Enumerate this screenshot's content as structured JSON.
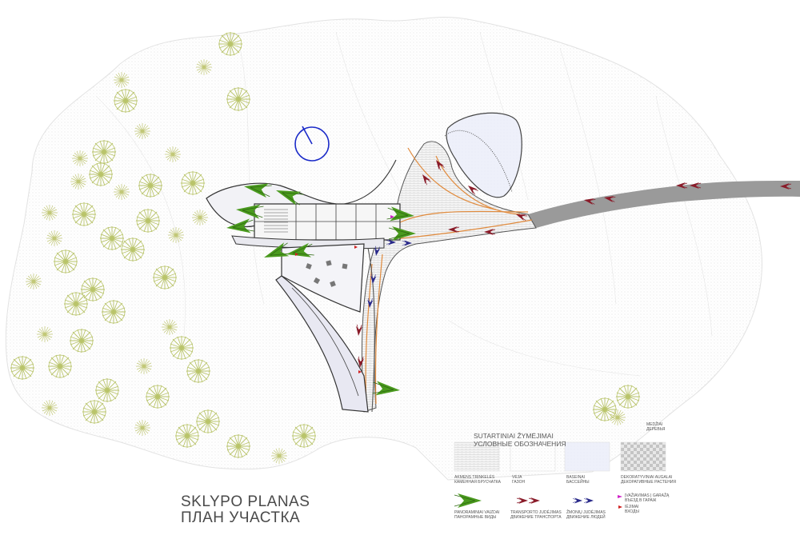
{
  "title": {
    "line1": "SKLYPO PLANAS",
    "line2": "ПЛАН УЧАСТКА"
  },
  "legend": {
    "heading_lt": "SUTARTINIAI ŽYMĖJIMAI",
    "heading_ru": "УСЛОВНЫЕ ОБОЗНАЧЕНИЯ",
    "trees": {
      "lt": "MEDŽIAI",
      "ru": "ДЕРЕВЬЯ"
    },
    "paving": {
      "lt": "AKMENS TRINKELĖS",
      "ru": "КАМЕННАЯ БРУСЧАТКА"
    },
    "lawn": {
      "lt": "VEJA",
      "ru": "ГАЗОН"
    },
    "pools": {
      "lt": "BASEINAI",
      "ru": "БАССЕЙНЫ"
    },
    "decorative": {
      "lt": "DEKORATYVINIAI AUGALAI",
      "ru": "ДЕКОРАТИВНЫЕ РАСТЕНИЯ"
    },
    "panoramic": {
      "lt": "PANORAMINIAI VAIZDAI",
      "ru": "ПАНОРАМНЫЕ ВИДЫ"
    },
    "transport": {
      "lt": "TRANSPORTO JUDĖJIMAS",
      "ru": "ДВИЖЕНИЕ ТРАНСПОРТА"
    },
    "people": {
      "lt": "ŽMONIŲ JUDĖJIMAS",
      "ru": "ДВИЖЕНИЕ ЛЮДЕЙ"
    },
    "garage": {
      "lt": "ĮVAŽIAVIMAS Į GARAŽĄ",
      "ru": "ВЪЕЗД В ГАРАЖ"
    },
    "entrances": {
      "lt": "IĖJIMAI",
      "ru": "ВХОДЫ"
    }
  },
  "colors": {
    "tree": "#b9c46a",
    "road": "#9a9a9a",
    "path_orange": "#e08a3c",
    "arrow_green": "#4a9a1e",
    "arrow_red": "#8a1c2a",
    "arrow_blue": "#2a2a8a",
    "compass": "#1a2ac8",
    "garage_magenta": "#d020c8",
    "entrance_red": "#d02020"
  },
  "icons": {
    "compass": "north-arrow-icon"
  }
}
